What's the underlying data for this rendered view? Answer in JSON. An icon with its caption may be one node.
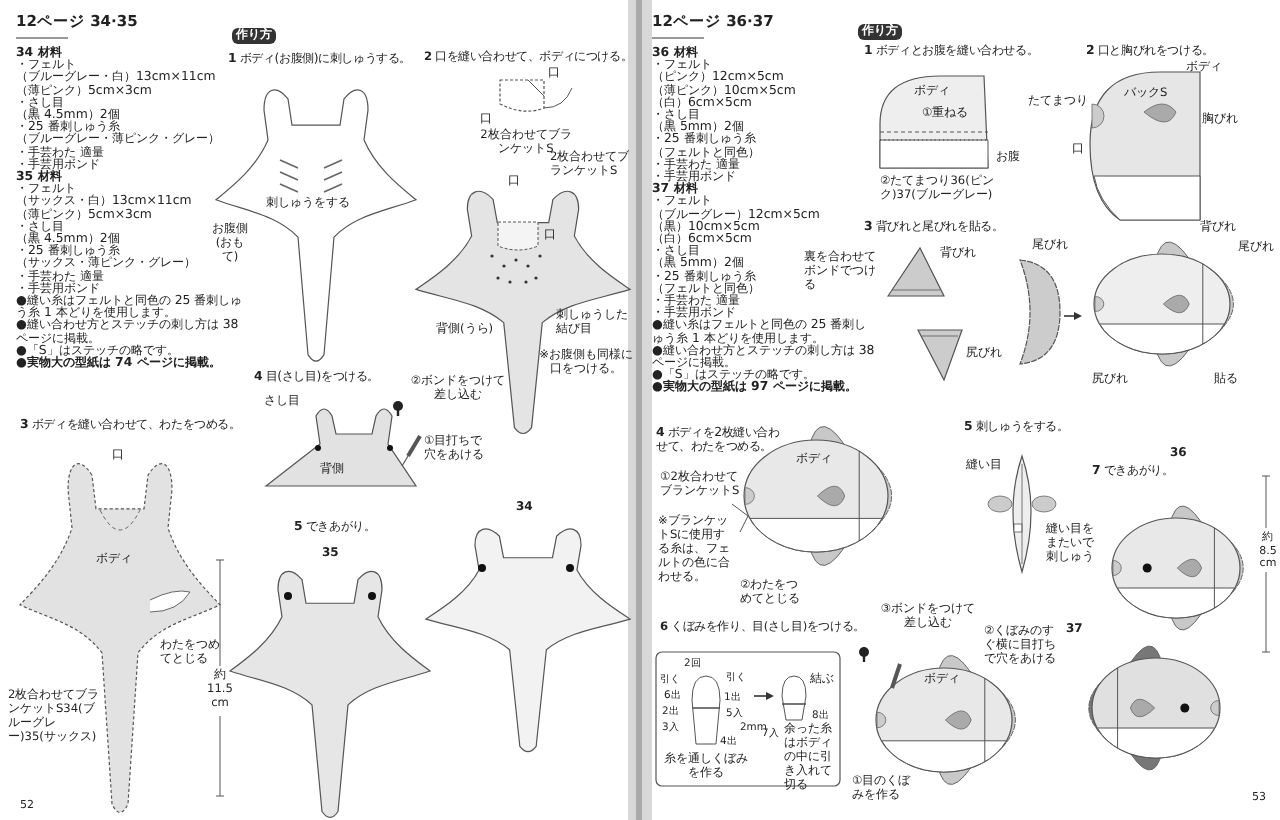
{
  "diagram": {
    "labels": [
      "12ページ **34·35**",
      "作り方",
      "34 材料",
      "・フェルト",
      "（ブルーグレー・白）13cm×11cm",
      "（薄ピンク）5cm×3cm",
      "・さし目",
      "（黒 4.5mm）2個",
      "・25 番刺しゅう糸",
      "（ブルーグレー・薄ピンク・グレー）",
      "・手芸わた 適量",
      "・手芸用ボンド",
      "35 材料",
      "・フェルト",
      "（サックス・白）13cm×11cm",
      "（薄ピンク）5cm×3cm",
      "・さし目",
      "（黒 4.5mm）2個",
      "・25 番刺しゅう糸",
      "（サックス・薄ピンク・グレー）",
      "・手芸わた 適量",
      "・手芸用ボンド",
      "●縫い糸はフェルトと同色の 25 番刺しゅう糸 1 本どりを使用します。",
      "●縫い合わせ方とステッチの刺し方は 38 ページに掲載。",
      "●「S」はステッチの略です。",
      "●実物大の型紙は 74 ページに掲載。",
      "**1** ボディ(お腹側)に刺しゅうする。",
      "刺しゅうをする",
      "お腹側(おもて)",
      "**2** 口を縫い合わせて、ボディにつける。",
      "口",
      "口",
      "2枚合わせてブランケットS",
      "口",
      "2枚合わせてブランケットS",
      "口",
      "背側(うら)",
      "刺しゅうした結び目",
      "※お腹側も同様に口をつける。",
      "**3** ボディを縫い合わせて、わたをつめる。",
      "口",
      "ボディ",
      "わたをつめてとじる",
      "2枚合わせてブランケットS34(ブルーグレー)35(サックス)",
      "約 11.5 cm",
      "**4** 目(さし目)をつける。",
      "②ボンドをつけて差し込む",
      "さし目",
      "①目打ちで穴をあける",
      "背側",
      "**5** できあがり。",
      "35",
      "34",
      "52",
      "12ページ **36·37**",
      "作り方",
      "36 材料",
      "・フェルト",
      "（ピンク）12cm×5cm",
      "（薄ピンク）10cm×5cm",
      "（白）6cm×5cm",
      "・さし目",
      "（黒 5mm）2個",
      "・25 番刺しゅう糸",
      "（フェルトと同色）",
      "・手芸わた 適量",
      "・手芸用ボンド",
      "37 材料",
      "・フェルト",
      "（ブルーグレー）12cm×5cm",
      "（黒）10cm×5cm",
      "（白）6cm×5cm",
      "・さし目",
      "（黒 5mm）2個",
      "・25 番刺しゅう糸",
      "（フェルトと同色）",
      "・手芸わた 適量",
      "・手芸用ボンド",
      "●縫い糸はフェルトと同色の 25 番刺しゅう糸 1 本どりを使用します。",
      "●縫い合わせ方とステッチの刺し方は 38 ページに掲載。",
      "●「S」はステッチの略です。",
      "●実物大の型紙は 97 ページに掲載。",
      "**1** ボディとお腹を縫い合わせる。",
      "ボディ",
      "①重ねる",
      "②たてまつり36(ピンク)37(ブルーグレー)",
      "お腹",
      "**2** 口と胸びれをつける。",
      "ボディ",
      "バックS",
      "胸びれ",
      "たてまつり",
      "口",
      "**3** 背びれと尾びれを貼る。",
      "背びれ",
      "裏を合わせてボンドでつける",
      "尾びれ",
      "尻びれ",
      "背びれ",
      "尾びれ",
      "尻びれ",
      "貼る",
      "**4** ボディを2枚縫い合わせて、わたをつめる。",
      "①2枚合わせてブランケットS",
      "ボディ",
      "※ブランケットSに使用する糸は、フェルトの色に合わせる。",
      "②わたをつめてとじる",
      "**5** 刺しゅうをする。",
      "縫い目",
      "縫い目をまたいで刺しゅう",
      "**7** できあがり。",
      "36",
      "約 8.5 cm",
      "**6** くぼみを作り、目(さし目)をつける。",
      "③ボンドをつけて差し込む",
      "②くぼみのすぐ横に目打ちで穴をあける",
      "37",
      "2回",
      "引く",
      "6出",
      "1出",
      "引く",
      "5入",
      "2mm",
      "2出",
      "3入",
      "4出",
      "糸を通しくぼみを作る",
      "結ぶ",
      "8出",
      "7入",
      "余った糸はボディの中に引き入れて切る",
      "ボディ",
      "①目のくぼみを作る",
      "53"
    ]
  }
}
